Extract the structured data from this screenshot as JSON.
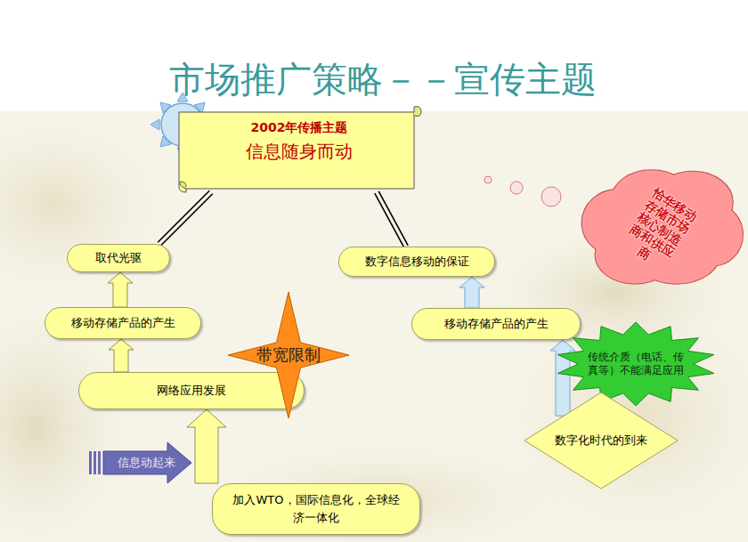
{
  "diagram": {
    "title": "市场推广策略－－宣传主题",
    "nodes": [
      {
        "text": [
          "2002年传播主题",
          "信息随身而动"
        ]
      },
      {
        "text": [
          "取代光驱"
        ]
      },
      {
        "text": [
          "移动存储产品的产生"
        ]
      },
      {
        "text": [
          "网络应用发展"
        ]
      },
      {
        "text": [
          "带宽限制"
        ]
      },
      {
        "text": [
          "信息动起来"
        ]
      },
      {
        "text": [
          "加入WTO，国际信息化，全球经济一体化"
        ]
      },
      {
        "text": [
          "数字信息移动的保证"
        ]
      },
      {
        "text": [
          "移动存储产品的产生"
        ]
      },
      {
        "text": [
          "传统介质（电话、传真等）不能满足应用"
        ]
      },
      {
        "text": [
          "数字化时代的到来"
        ]
      },
      {
        "text": [
          "恰华移动存储市场核心制造商和供应商"
        ]
      }
    ],
    "edges": [
      {
        "from": 0,
        "to": 1,
        "arrow": "none"
      },
      {
        "from": 0,
        "to": 7,
        "arrow": "none"
      },
      {
        "from": 2,
        "to": 1,
        "arrow": "to"
      },
      {
        "from": 3,
        "to": 2,
        "arrow": "to"
      },
      {
        "from": 6,
        "to": 3,
        "arrow": "to"
      },
      {
        "from": 8,
        "to": 7,
        "arrow": "to"
      },
      {
        "from": 10,
        "to": 8,
        "arrow": "to"
      }
    ]
  }
}
